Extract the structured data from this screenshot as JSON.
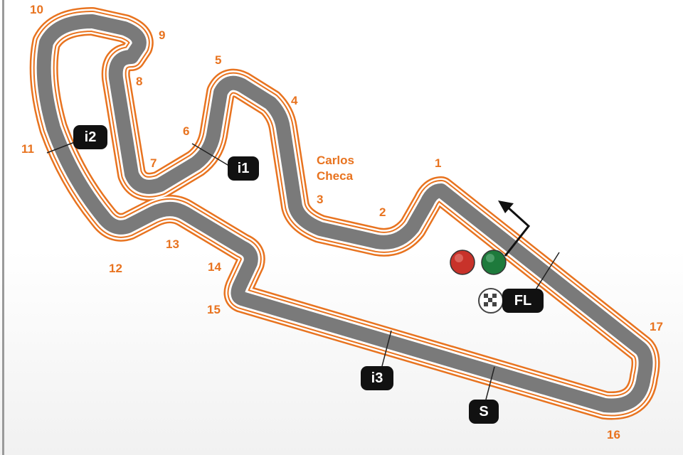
{
  "circuit": {
    "corner_name": {
      "line1": "Carlos",
      "line2": "Checa"
    },
    "corners": [
      "1",
      "2",
      "3",
      "4",
      "5",
      "6",
      "7",
      "8",
      "9",
      "10",
      "11",
      "12",
      "13",
      "14",
      "15",
      "16",
      "17"
    ],
    "markers": {
      "intermediate_1": "i1",
      "intermediate_2": "i2",
      "intermediate_3": "i3",
      "speed_trap": "S",
      "finish_line": "FL"
    },
    "icons": {
      "start_lights": [
        "red-light-icon",
        "green-light-icon"
      ],
      "chequered_flag": "chequered-flag-icon",
      "direction": "direction-arrow-icon"
    },
    "colors": {
      "track": "#7a7a7a",
      "kerb_outline": "#e8731f",
      "label": "#e8731f",
      "badge": "#111111",
      "red_light": "#c8322a",
      "green_light": "#1e7a3c"
    }
  }
}
